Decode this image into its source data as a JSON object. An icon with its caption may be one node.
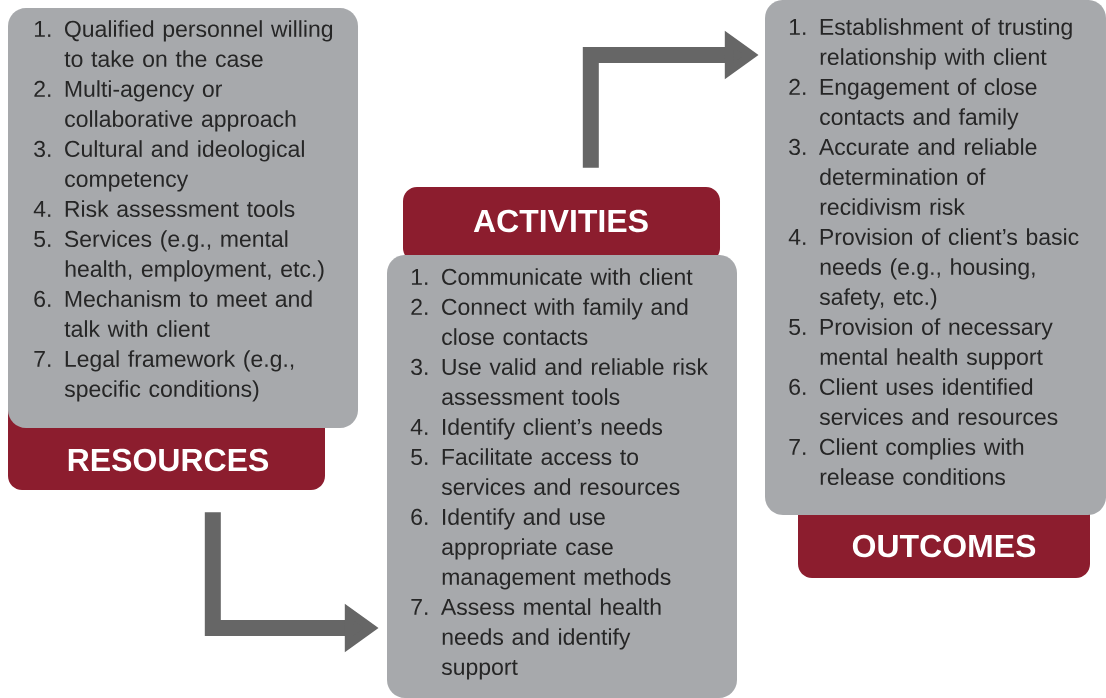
{
  "diagram": {
    "nodes": [
      {
        "text": [
          "1. Qualified personnel willing to take on the case",
          "2. Multi-agency or collaborative approach",
          "3. Cultural and ideological competency",
          "4. Risk assessment tools",
          "5. Services (e.g., mental health, employment, etc.)",
          "6. Mechanism to meet and talk with client",
          "7. Legal framework (e.g., specific conditions)",
          "RESOURCES"
        ]
      },
      {
        "text": [
          "ACTIVITIES",
          "1. Communicate with client",
          "2. Connect with family and close contacts",
          "3. Use valid and reliable risk assessment tools",
          "4. Identify client’s needs",
          "5. Facilitate access to services and resources",
          "6. Identify and use appropriate case management methods",
          "7. Assess mental health needs and identify support"
        ]
      },
      {
        "text": [
          "1. Establishment of trusting relationship with client",
          "2. Engagement of close contacts and family",
          "3. Accurate and reliable determination of recidivism risk",
          "4. Provision of client’s basic needs (e.g., housing, safety, etc.)",
          "5. Provision of necessary mental health support",
          "6. Client uses identified services and resources",
          "7. Client complies with release conditions",
          "OUTCOMES"
        ]
      }
    ],
    "edges": [
      {
        "from": 0,
        "to": 1,
        "arrow": "to"
      },
      {
        "from": 1,
        "to": 2,
        "arrow": "to"
      }
    ]
  }
}
